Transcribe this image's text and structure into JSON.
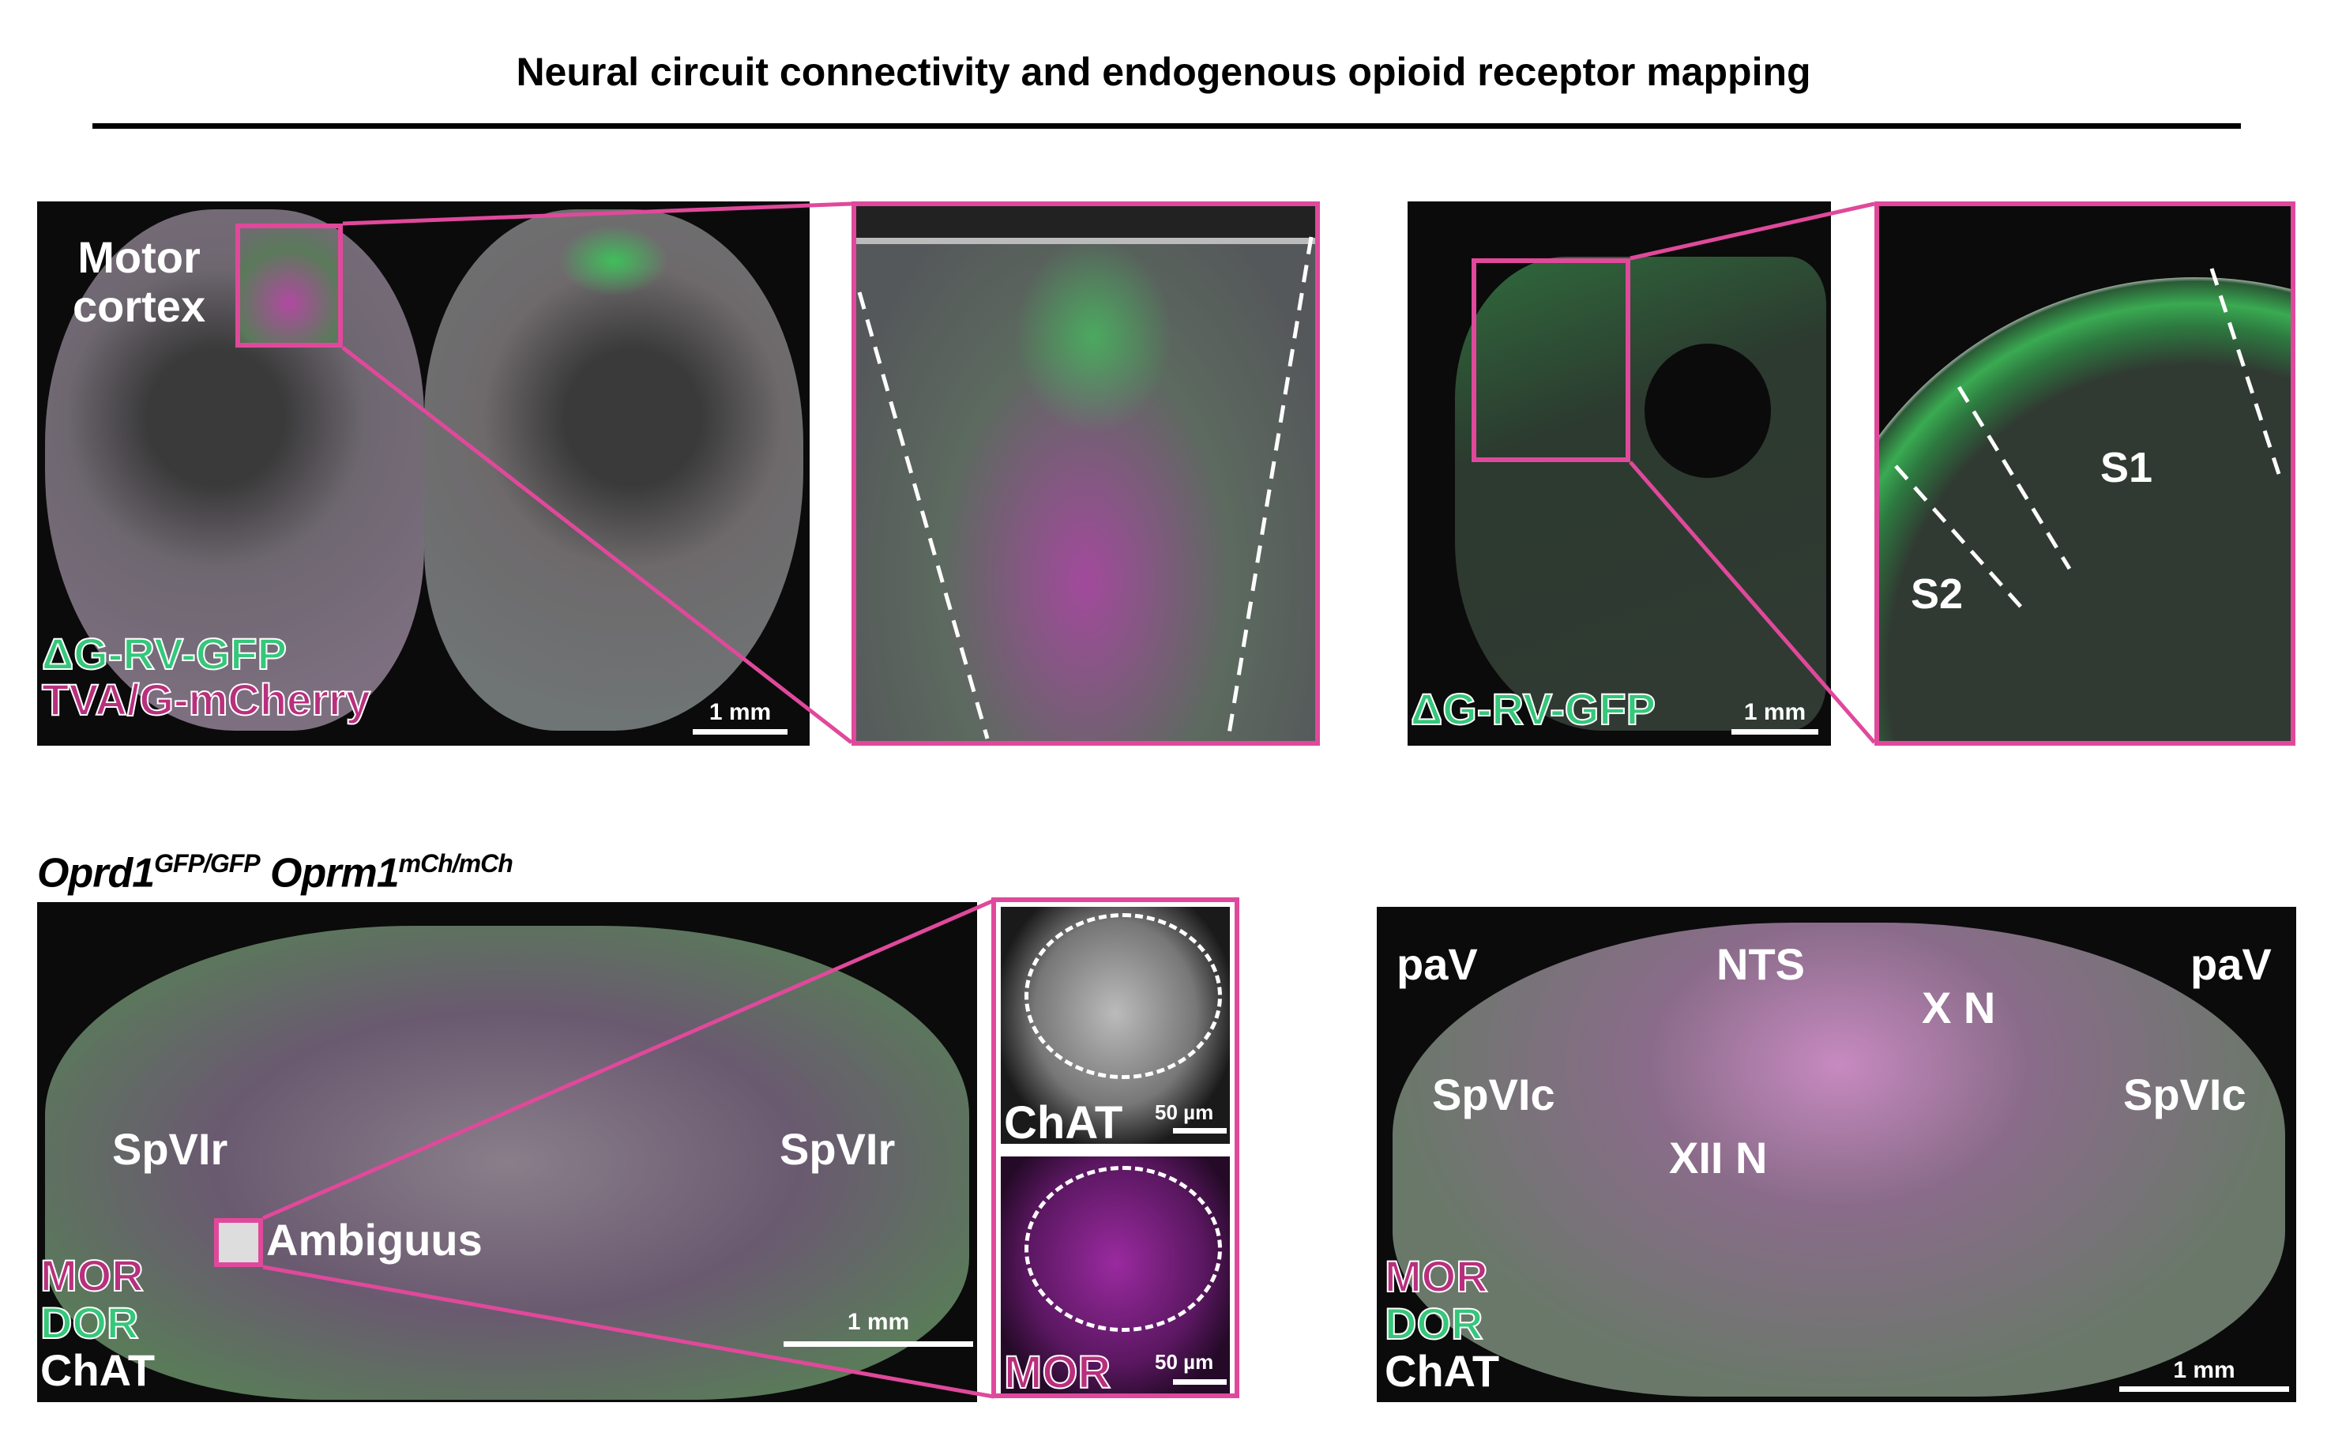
{
  "title": "Neural circuit connectivity and endogenous opioid receptor mapping",
  "panel_a": {
    "region_label_line1": "Motor",
    "region_label_line2": "cortex",
    "legend_green": "ΔG-RV-GFP",
    "legend_magenta": "TVA/G-mCherry",
    "scale_bar": "1 mm"
  },
  "panel_b": {
    "legend_green": "ΔG-RV-GFP",
    "scale_bar": "1 mm",
    "inset_labels": [
      "S1",
      "S2"
    ]
  },
  "panel_c": {
    "genotype_1": "Oprd1",
    "genotype_1_sup": "GFP/GFP",
    "genotype_2": "Oprm1",
    "genotype_2_sup": "mCh/mCh",
    "labels": [
      "SpVIr",
      "SpVIr",
      "Ambiguus"
    ],
    "legend": [
      "MOR",
      "DOR",
      "ChAT"
    ],
    "scale_bar": "1 mm",
    "inset_top_label": "ChAT",
    "inset_top_scale": "50 µm",
    "inset_bottom_label": "MOR",
    "inset_bottom_scale": "50 µm"
  },
  "panel_d": {
    "labels": [
      "paV",
      "paV",
      "NTS",
      "X N",
      "SpVIc",
      "SpVIc",
      "XII N"
    ],
    "legend": [
      "MOR",
      "DOR",
      "ChAT"
    ],
    "scale_bar": "1 mm"
  },
  "colors": {
    "outline": "#e0499b",
    "green": "#35c77a",
    "magenta": "#b8307d"
  }
}
